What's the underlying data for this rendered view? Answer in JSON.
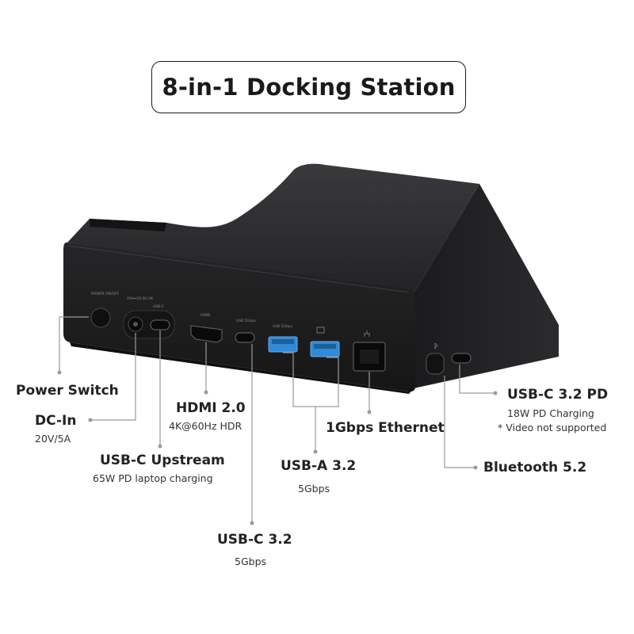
{
  "title": "8-in-1 Docking Station",
  "device_text": {
    "power": "POWER ON/OFF",
    "dcin": "20V⎓5A DC-IN",
    "usbc_up": "USB-C",
    "hdmi": "HDMI",
    "usbc": "USB 5Gbps",
    "usba": "USB 5Gbps"
  },
  "callouts": {
    "power_switch": {
      "title": "Power Switch"
    },
    "dc_in": {
      "title": "DC-In",
      "detail": "20V/5A"
    },
    "usbc_upstream": {
      "title": "USB-C Upstream",
      "detail": "65W PD laptop charging"
    },
    "hdmi": {
      "title": "HDMI 2.0",
      "detail": "4K@60Hz HDR"
    },
    "usbc_32": {
      "title": "USB-C 3.2",
      "detail": "5Gbps"
    },
    "usba_32": {
      "title": "USB-A 3.2",
      "detail": "5Gbps"
    },
    "ethernet": {
      "title": "1Gbps Ethernet"
    },
    "usbc_pd": {
      "title": "USB-C 3.2 PD",
      "detail": "18W PD Charging",
      "note": "* Video not supported"
    },
    "bluetooth": {
      "title": "Bluetooth 5.2"
    }
  },
  "colors": {
    "body": "#1f1f21",
    "usba_port": "#2f8ad8",
    "leader_line": "#9a9a9a"
  }
}
